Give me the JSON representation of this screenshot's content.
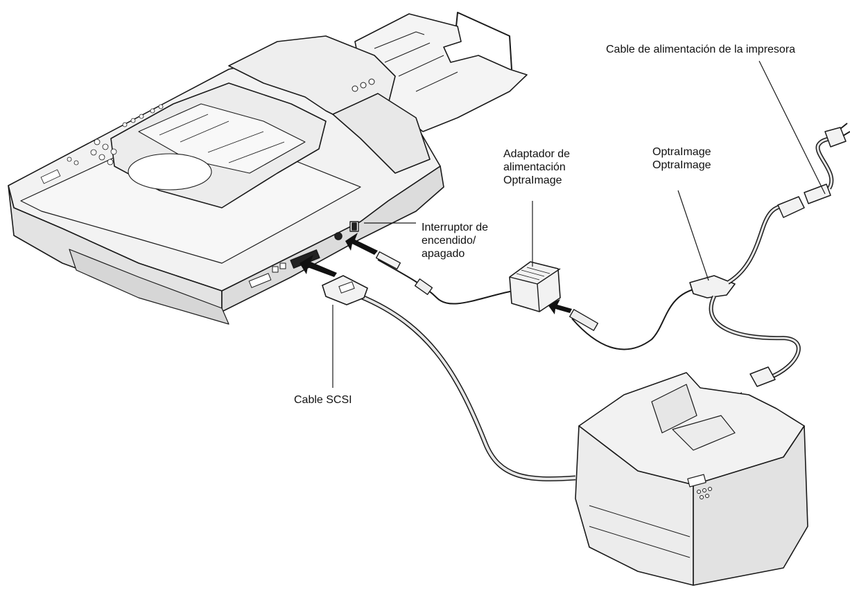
{
  "labels": {
    "printer_power_cable": "Cable de alimentación de la impresora",
    "adapter": {
      "line1": "Adaptador de",
      "line2": "alimentación",
      "line3": "OptraImage"
    },
    "optraimage_cable": {
      "line1": "OptraImage",
      "line2": "OptraImage"
    },
    "power_switch": {
      "line1": "Interruptor de",
      "line2": "encendido/",
      "line3": "apagado"
    },
    "scsi_cable": "Cable SCSI"
  },
  "colors": {
    "line": "#1a1a1a",
    "device_fill": "#f2f2f2",
    "device_shade": "#dcdcdc",
    "cable_fill": "#e6e6e6",
    "arrow": "#111111"
  }
}
